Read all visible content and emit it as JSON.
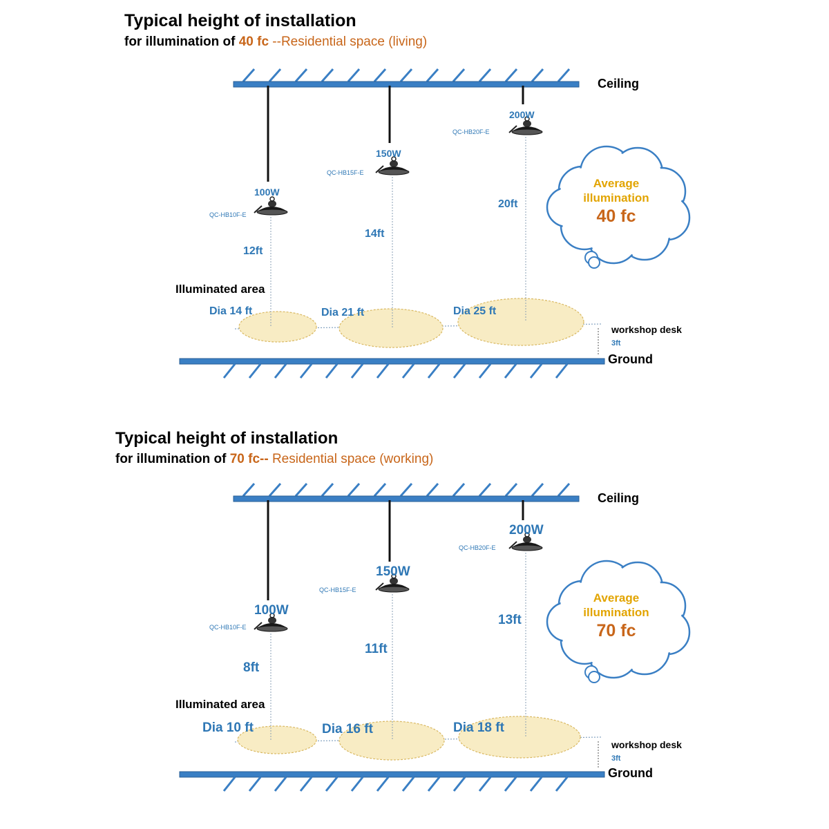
{
  "colors": {
    "beam": "#3a7fc4",
    "beam_stroke": "#2a5f96",
    "label_blue": "#2e77b5",
    "accent_orange": "#c8661a",
    "cloud_yellow": "#e2a400",
    "area_fill": "#f8ecc4",
    "area_stroke": "#d9b861"
  },
  "panels": [
    {
      "title": "Typical height of installation",
      "subtitle_prefix": "for illumination of ",
      "subtitle_value": "40 fc",
      "subtitle_suffix": " --Residential space (living)",
      "ceiling_label": "Ceiling",
      "ground_label": "Ground",
      "desk_label": "workshop desk",
      "desk_height": "3ft",
      "area_label": "Illuminated area",
      "cloud": {
        "line1": "Average",
        "line2": "illumination",
        "value": "40 fc"
      },
      "lamps": [
        {
          "watt": "100W",
          "model": "QC-HB10F-E",
          "height": "12ft",
          "diameter": "Dia  14 ft"
        },
        {
          "watt": "150W",
          "model": "QC-HB15F-E",
          "height": "14ft",
          "diameter": "Dia  21 ft"
        },
        {
          "watt": "200W",
          "model": "QC-HB20F-E",
          "height": "20ft",
          "diameter": "Dia  25 ft"
        }
      ]
    },
    {
      "title": "Typical height of installation",
      "subtitle_prefix": "for illumination of ",
      "subtitle_value": "70 fc--",
      "subtitle_suffix": " Residential space (working)",
      "ceiling_label": "Ceiling",
      "ground_label": "Ground",
      "desk_label": "workshop desk",
      "desk_height": "3ft",
      "area_label": "Illuminated area",
      "cloud": {
        "line1": "Average",
        "line2": "illumination",
        "value": "70 fc"
      },
      "lamps": [
        {
          "watt": "100W",
          "model": "QC-HB10F-E",
          "height": "8ft",
          "diameter": "Dia  10 ft"
        },
        {
          "watt": "150W",
          "model": "QC-HB15F-E",
          "height": "11ft",
          "diameter": "Dia  16 ft"
        },
        {
          "watt": "200W",
          "model": "QC-HB20F-E",
          "height": "13ft",
          "diameter": "Dia  18 ft"
        }
      ]
    }
  ]
}
